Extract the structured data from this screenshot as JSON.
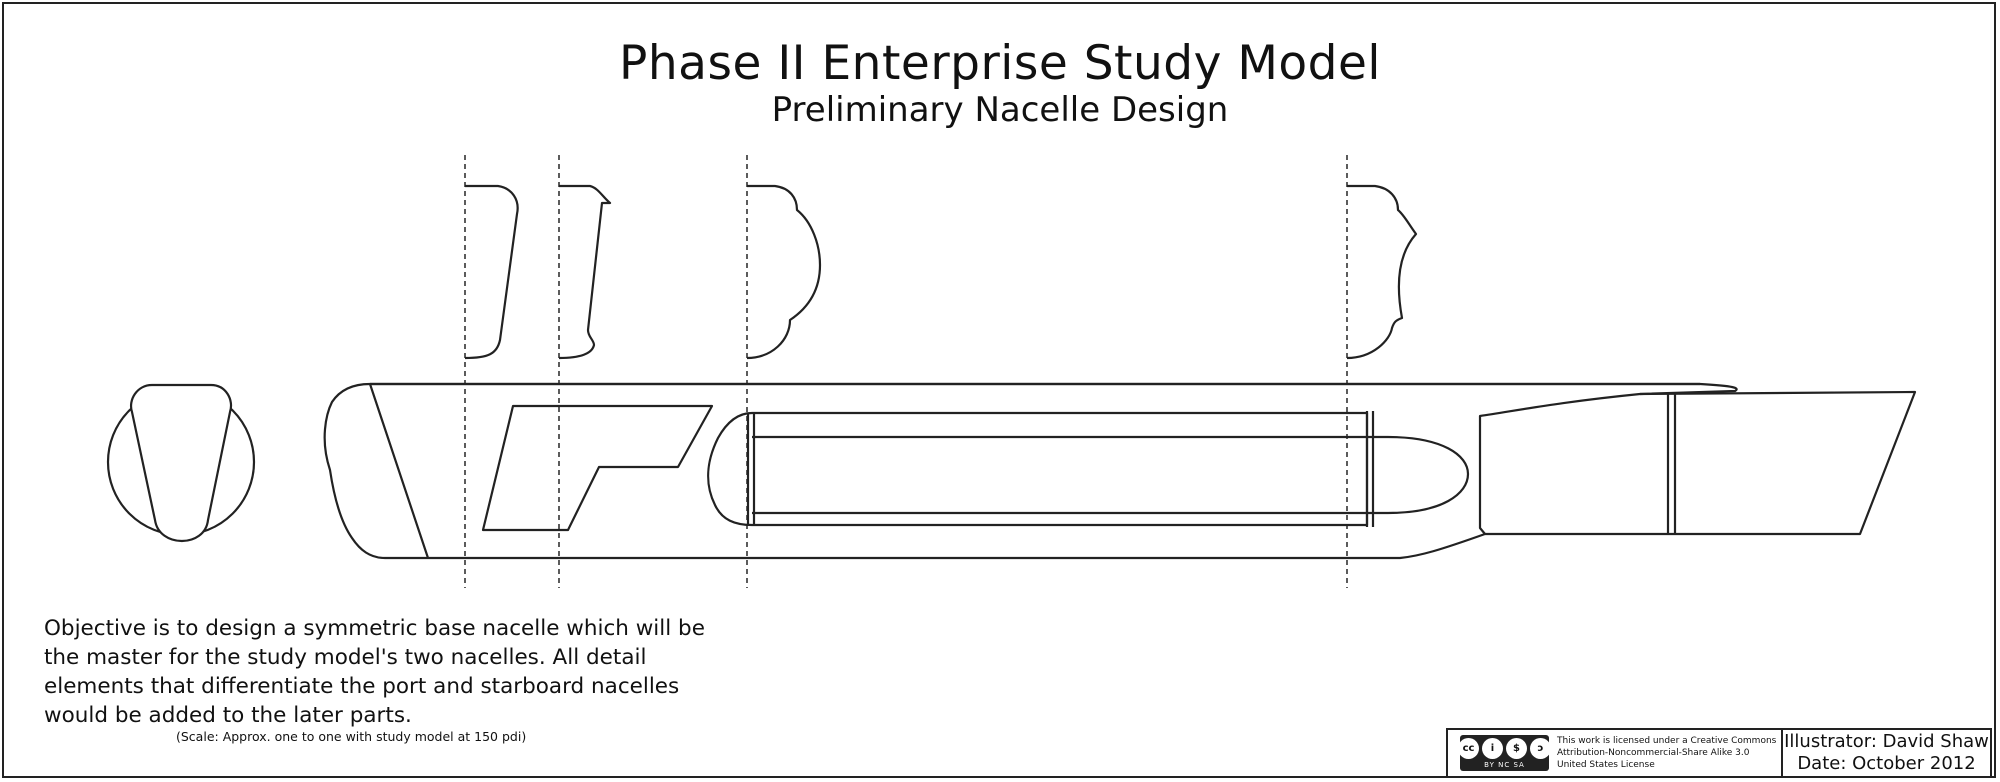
{
  "title": "Phase II Enterprise Study Model",
  "subtitle": "Preliminary Nacelle Design",
  "objective": "Objective is to design a symmetric base nacelle which will be the master for the study model's two nacelles. All detail elements that differentiate the port and starboard nacelles would be added to the later parts.",
  "scale_note": "(Scale: Approx. one to one with study model at 150 pdi)",
  "title_block": {
    "license_icon_labels": [
      "cc",
      "i",
      "$",
      "ↄ"
    ],
    "license_badge_text": "BY  NC  SA",
    "license_lines": [
      "This work is licensed under a Creative Commons",
      "Attribution-Noncommercial-Share Alike 3.0",
      "United States License"
    ],
    "illustrator": "Illustrator: David Shaw",
    "date": "Date: October 2012"
  }
}
